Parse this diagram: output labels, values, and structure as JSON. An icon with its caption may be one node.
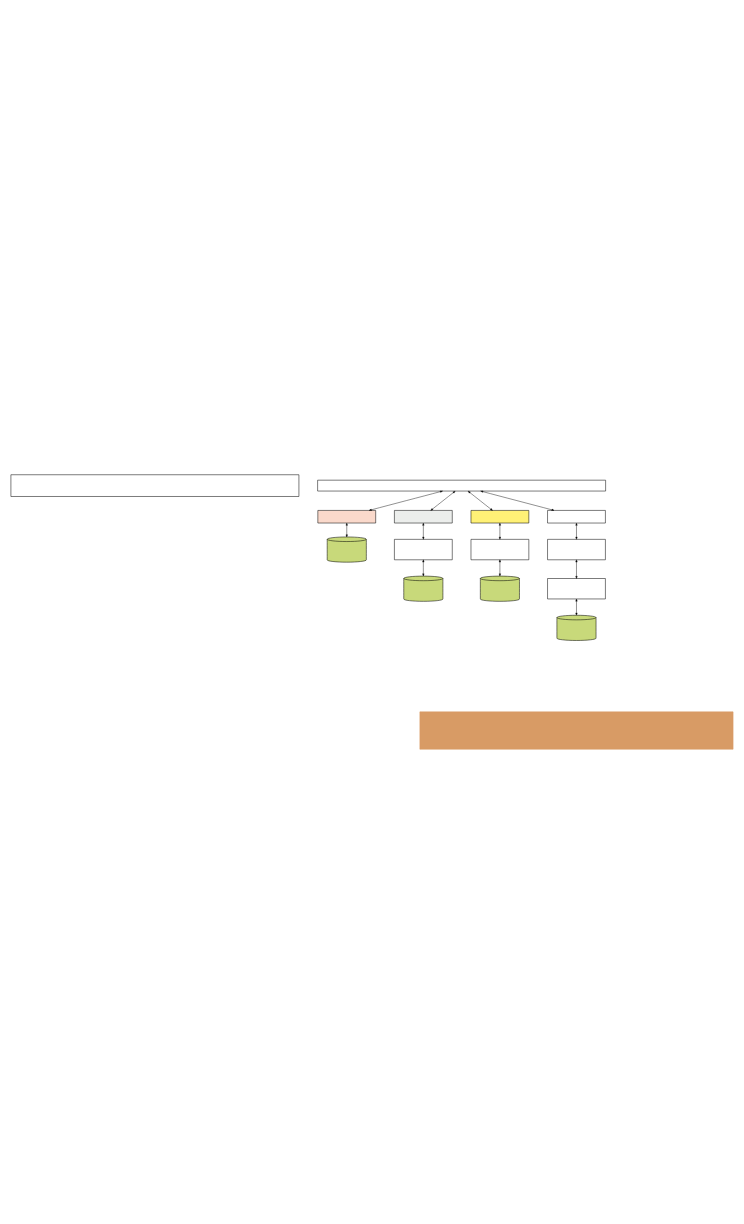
{
  "diagram": {
    "nodes": [
      {
        "text": [],
        "shape": "box"
      },
      {
        "text": [],
        "shape": "box"
      },
      {
        "text": [],
        "shape": "box"
      },
      {
        "text": [],
        "shape": "box"
      },
      {
        "text": [],
        "shape": "box"
      },
      {
        "text": [],
        "shape": "box"
      },
      {
        "text": [],
        "shape": "cylinder"
      },
      {
        "text": [],
        "shape": "box"
      },
      {
        "text": [],
        "shape": "box"
      },
      {
        "text": [],
        "shape": "box"
      },
      {
        "text": [],
        "shape": "cylinder"
      },
      {
        "text": [],
        "shape": "cylinder"
      },
      {
        "text": [],
        "shape": "box"
      },
      {
        "text": [],
        "shape": "cylinder"
      },
      {
        "text": [],
        "shape": "bar"
      }
    ],
    "edges": [
      {
        "from": 1,
        "to": 2,
        "arrow": "both"
      },
      {
        "from": 1,
        "to": 3,
        "arrow": "both"
      },
      {
        "from": 1,
        "to": 4,
        "arrow": "both"
      },
      {
        "from": 1,
        "to": 5,
        "arrow": "both"
      },
      {
        "from": 2,
        "to": 6,
        "arrow": "both"
      },
      {
        "from": 3,
        "to": 7,
        "arrow": "both"
      },
      {
        "from": 4,
        "to": 8,
        "arrow": "both"
      },
      {
        "from": 5,
        "to": 9,
        "arrow": "both"
      },
      {
        "from": 7,
        "to": 10,
        "arrow": "both"
      },
      {
        "from": 8,
        "to": 11,
        "arrow": "both"
      },
      {
        "from": 9,
        "to": 12,
        "arrow": "both"
      },
      {
        "from": 12,
        "to": 13,
        "arrow": "both"
      }
    ]
  }
}
